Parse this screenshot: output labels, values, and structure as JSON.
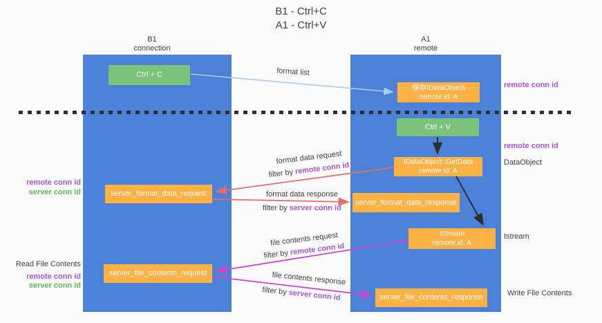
{
  "title": {
    "line1": "B1 - Ctrl+C",
    "line2": "A1 - Ctrl+V"
  },
  "columns": {
    "left": {
      "name": "B1",
      "role": "connection"
    },
    "right": {
      "name": "A1",
      "role": "remote"
    }
  },
  "nodes": {
    "ctrl_c": "Ctrl + C",
    "ctrl_v": "Ctrl + V",
    "save_idataobject": {
      "line1": "保存IDataObject",
      "line2": "remote id: A"
    },
    "getdata": {
      "line1": "IDataObject::GetData",
      "line2": "remote id: A"
    },
    "istream": {
      "line1": "IStream",
      "line2": "remote id: A"
    },
    "format_request": "server_format_data_request",
    "format_response": "server_format_data_response",
    "file_request": "server_file_contents_request",
    "file_response": "server_file_contents_response"
  },
  "side_labels": {
    "remote_conn_id": "remote conn id",
    "server_conn_id": "server conn id",
    "dataobject": "DataObject",
    "istream": "Istream",
    "read_file": "Read File Contents",
    "write_file": "Write File Contents"
  },
  "annotations": {
    "format_list": "format list",
    "filter_by": "filter by",
    "format_request_line": "format data request",
    "format_response_line": "format data response",
    "file_request_line": "file contents request",
    "file_response_line": "file contents response"
  },
  "colors": {
    "bg": "#fafafa",
    "blue": "#4c81d8",
    "green": "#7ac379",
    "orange": "#fcb144",
    "ink": "#2e2e2e",
    "text": "#3f3f3f",
    "purple": "#a855d6",
    "label_green": "#61b861",
    "arrow_red": "#e76b6d",
    "arrow_magenta": "#cc44cc",
    "arrow_blue": "#a5cdee"
  }
}
